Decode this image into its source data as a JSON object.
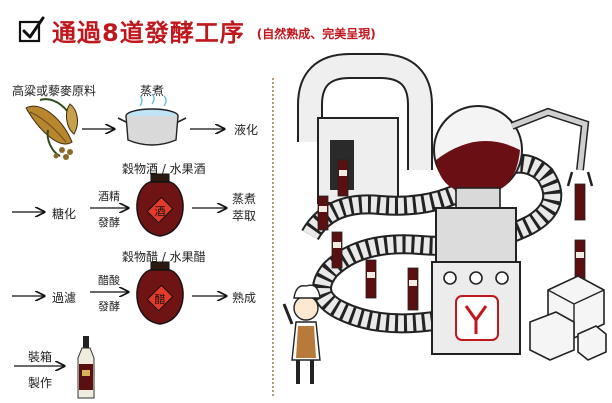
{
  "title": {
    "main": "通過8道發酵工序",
    "sub": "(自然熟成、完美呈現)",
    "color": "#c0171c"
  },
  "icons": {
    "checkbox": "checkbox-checked-icon",
    "grain": "sorghum-wheat-icon",
    "pot": "boiling-pot-icon",
    "jar_wine": "wine-jar-icon",
    "jar_vinegar": "vinegar-jar-icon",
    "bottle": "vinegar-bottle-icon"
  },
  "process": {
    "raw_material": "高粱或藜麥原料",
    "steam": "蒸煮",
    "liquefy": "液化",
    "wine_label": "穀物酒 / 水果酒",
    "saccharify": "糖化",
    "alcohol": "酒精",
    "ferment_1": "發酵",
    "distill_line1": "蒸煮",
    "distill_line2": "萃取",
    "vinegar_label": "穀物醋 / 水果醋",
    "filter": "過濾",
    "acetic": "醋酸",
    "ferment_2": "發酵",
    "mature": "熟成",
    "packing": "裝箱",
    "produce": "製作",
    "jar_wine_char": "酒",
    "jar_vinegar_char": "醋"
  }
}
